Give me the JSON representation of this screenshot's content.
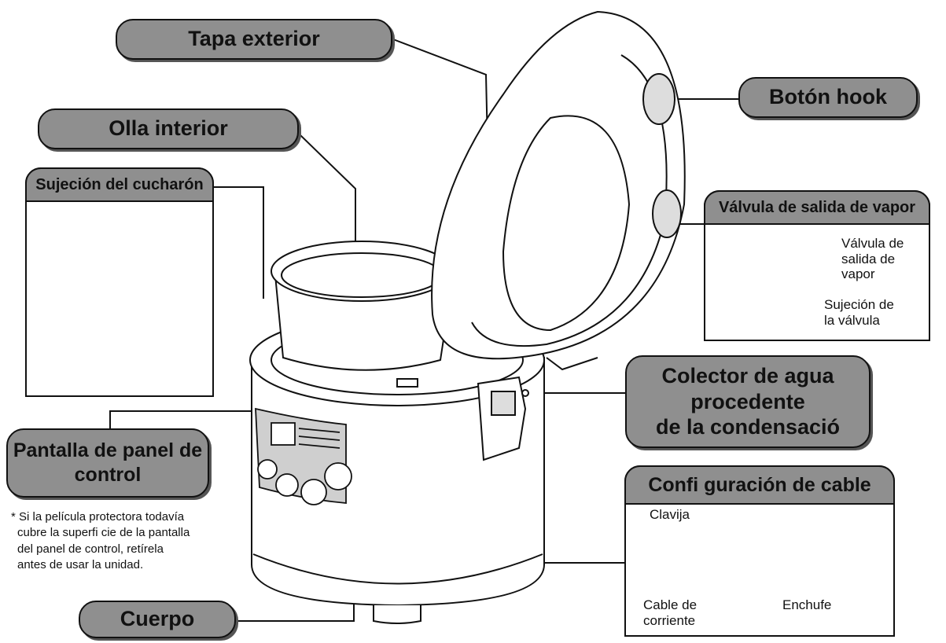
{
  "labels": {
    "tapa_exterior": "Tapa exterior",
    "olla_interior": "Olla interior",
    "boton_hook": "Botón hook",
    "sujecion_cucharon": "Sujeción del cucharón",
    "valvula_title": "Válvula de salida de vapor",
    "valvula_part_line1": "Válvula de",
    "valvula_part_line2": "salida de",
    "valvula_part_line3": "vapor",
    "sujecion_valvula_line1": "Sujeción de",
    "sujecion_valvula_line2": "la válvula",
    "colector_line1": "Colector de agua",
    "colector_line2": "procedente",
    "colector_line3": "de la condensació",
    "pantalla_line1": "Pantalla de panel de",
    "pantalla_line2": "control",
    "cable_title": "Confi guración de cable",
    "clavija": "Clavija",
    "cable_corriente_line1": "Cable de",
    "cable_corriente_line2": "corriente",
    "enchufe": "Enchufe",
    "cuerpo": "Cuerpo"
  },
  "note": {
    "line1": "* Si la película protectora todavía",
    "line2": "cubre la superfi cie de la pantalla",
    "line3": "del panel de control, retírela",
    "line4": "antes de usar la unidad."
  },
  "colors": {
    "label_fill": "#8f8f8f",
    "outline": "#111111"
  }
}
